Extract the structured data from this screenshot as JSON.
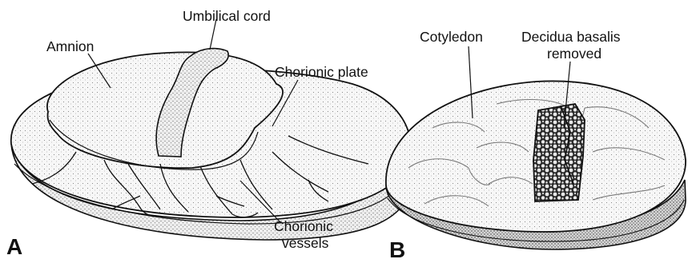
{
  "figure": {
    "panel_a": {
      "letter": "A",
      "labels": {
        "umbilical_cord": "Umbilical cord",
        "amnion": "Amnion",
        "chorionic_plate": "Chorionic plate",
        "chorionic_vessels_line1": "Chorionic",
        "chorionic_vessels_line2": "vessels"
      }
    },
    "panel_b": {
      "letter": "B",
      "labels": {
        "cotyledon": "Cotyledon",
        "decidua_line1": "Decidua basalis",
        "decidua_line2": "removed"
      }
    }
  },
  "colors": {
    "ink": "#111111",
    "stipple_light": "#eeeeee",
    "stipple_mid": "#d9d9d9",
    "stipple_dark": "#bdbdbd",
    "background": "#ffffff"
  }
}
